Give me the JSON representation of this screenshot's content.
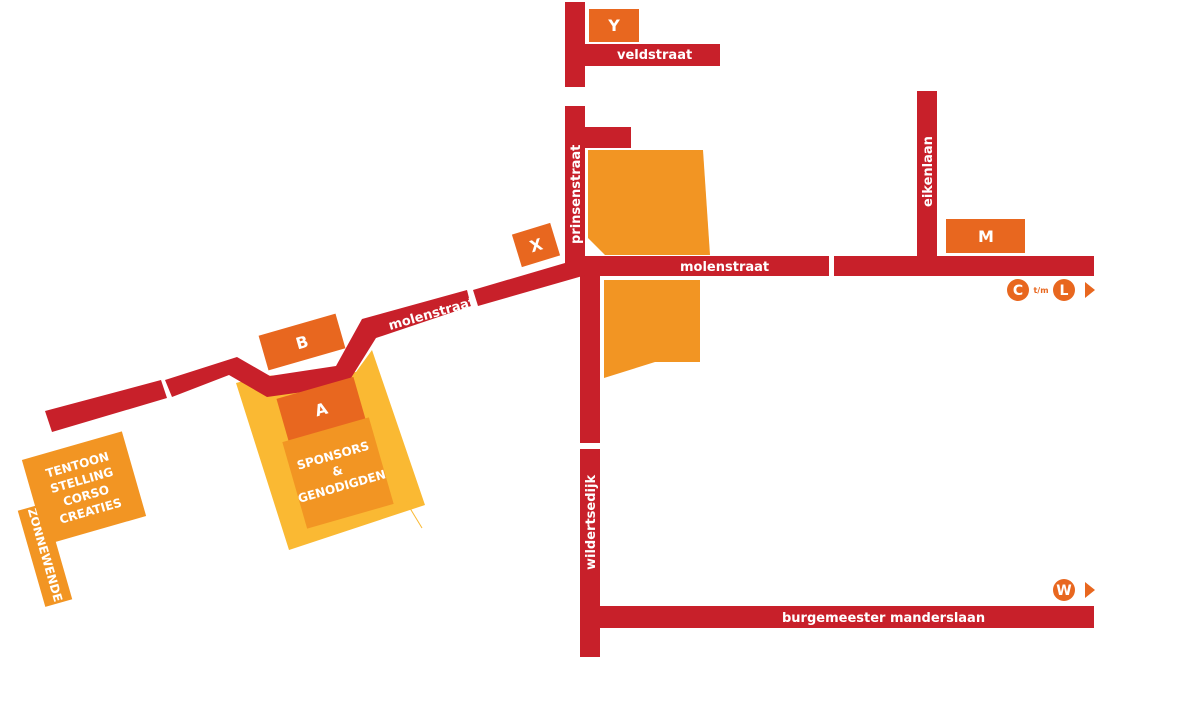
{
  "colors": {
    "road": "#c8202a",
    "zone_dark": "#e8671f",
    "zone_light": "#f29523",
    "tribune": "#fab933",
    "text": "#ffffff"
  },
  "roads": {
    "veldstraat": "veldstraat",
    "prinsenstraat": "prinsenstraat",
    "molenstraat_east": "molenstraat",
    "molenstraat_west": "molenstraat",
    "eikenlaan": "eikenlaan",
    "wildertsedijk": "wildertsedijk",
    "burgemeester_manderslaan": "burgemeester manderslaan"
  },
  "zones": {
    "y": "Y",
    "x": "X",
    "b": "B",
    "a": "A",
    "m": "M",
    "sponsors_line1": "SPONSORS",
    "sponsors_line2": "&",
    "sponsors_line3": "GENODIGDEN",
    "exhibition_line1": "TENTOON",
    "exhibition_line2": "STELLING",
    "exhibition_line3": "CORSO",
    "exhibition_line4": "CREATIES",
    "zonnewende": "ZONNEWENDE"
  },
  "markers": {
    "c_label": "C",
    "range_separator": "t/m",
    "l_label": "L",
    "w_label": "W"
  }
}
